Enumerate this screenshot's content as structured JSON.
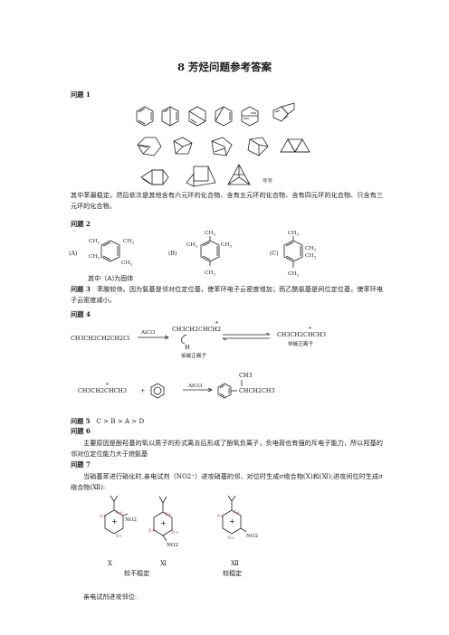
{
  "title": "8  芳烃问题参考答案",
  "q1": {
    "heading": "问题 1",
    "etc": "等等",
    "note": "其中苯最稳定，然后依次是其他含有六元环的化合物、含有五元环的化合物、含有四元环的化合物、只含有三元环的化合物。"
  },
  "q2": {
    "heading": "问题 2",
    "label_a": "(A)",
    "label_b": "(B)",
    "label_c": "(C)",
    "ch3": "CH",
    "sub3": "3",
    "note": "其中（A)为固体"
  },
  "q3": {
    "heading": "问题 3",
    "text": "苯胺较快。因为氨基是邻对位定位基，使苯环电子云密度增加；而乙酰氨基是间位定位基，使苯环电子云密度减小。"
  },
  "q4": {
    "heading": "问题 4",
    "reactant": "CH3CH2CH2CH2Cl",
    "catalyst": "AlCl3",
    "primary_cation": "CH3CH2CHCH2",
    "hydrogen": "H",
    "primary_label": "伯碳正离子",
    "secondary_cation": "CH3CH2CHCH3",
    "secondary_label": "仲碳正离子",
    "cation_left": "CH3CH2CHCH3",
    "plus": "+",
    "product_ch3": "CH3",
    "product_chain": "CHCH2CH3"
  },
  "q5": {
    "heading": "问题 5",
    "text": "C > B > A > D"
  },
  "q6": {
    "heading": "问题 6",
    "text": "主要原因是酚羟基的氧以质子的形式离去后形成了酚氧负离子，负电荷也有强的斥电子能力，所以羟基的邻对位定位能力大于烷氨基"
  },
  "q7": {
    "heading": "问题 7",
    "text": "当硝基苯进行硝化时,亲电试剂（NO2⁺）进攻硝基的邻、对位时生成σ络合物(Ⅹ)和(Ⅺ);进攻间位时生成σ络合物(Ⅻ):",
    "label_x": "Ⅹ",
    "label_xi": "Ⅺ",
    "label_xii": "Ⅻ",
    "unstable": "较不稳定",
    "stable": "较稳定",
    "no2": "NO2",
    "tail": "亲电试剂进攻邻位:"
  }
}
